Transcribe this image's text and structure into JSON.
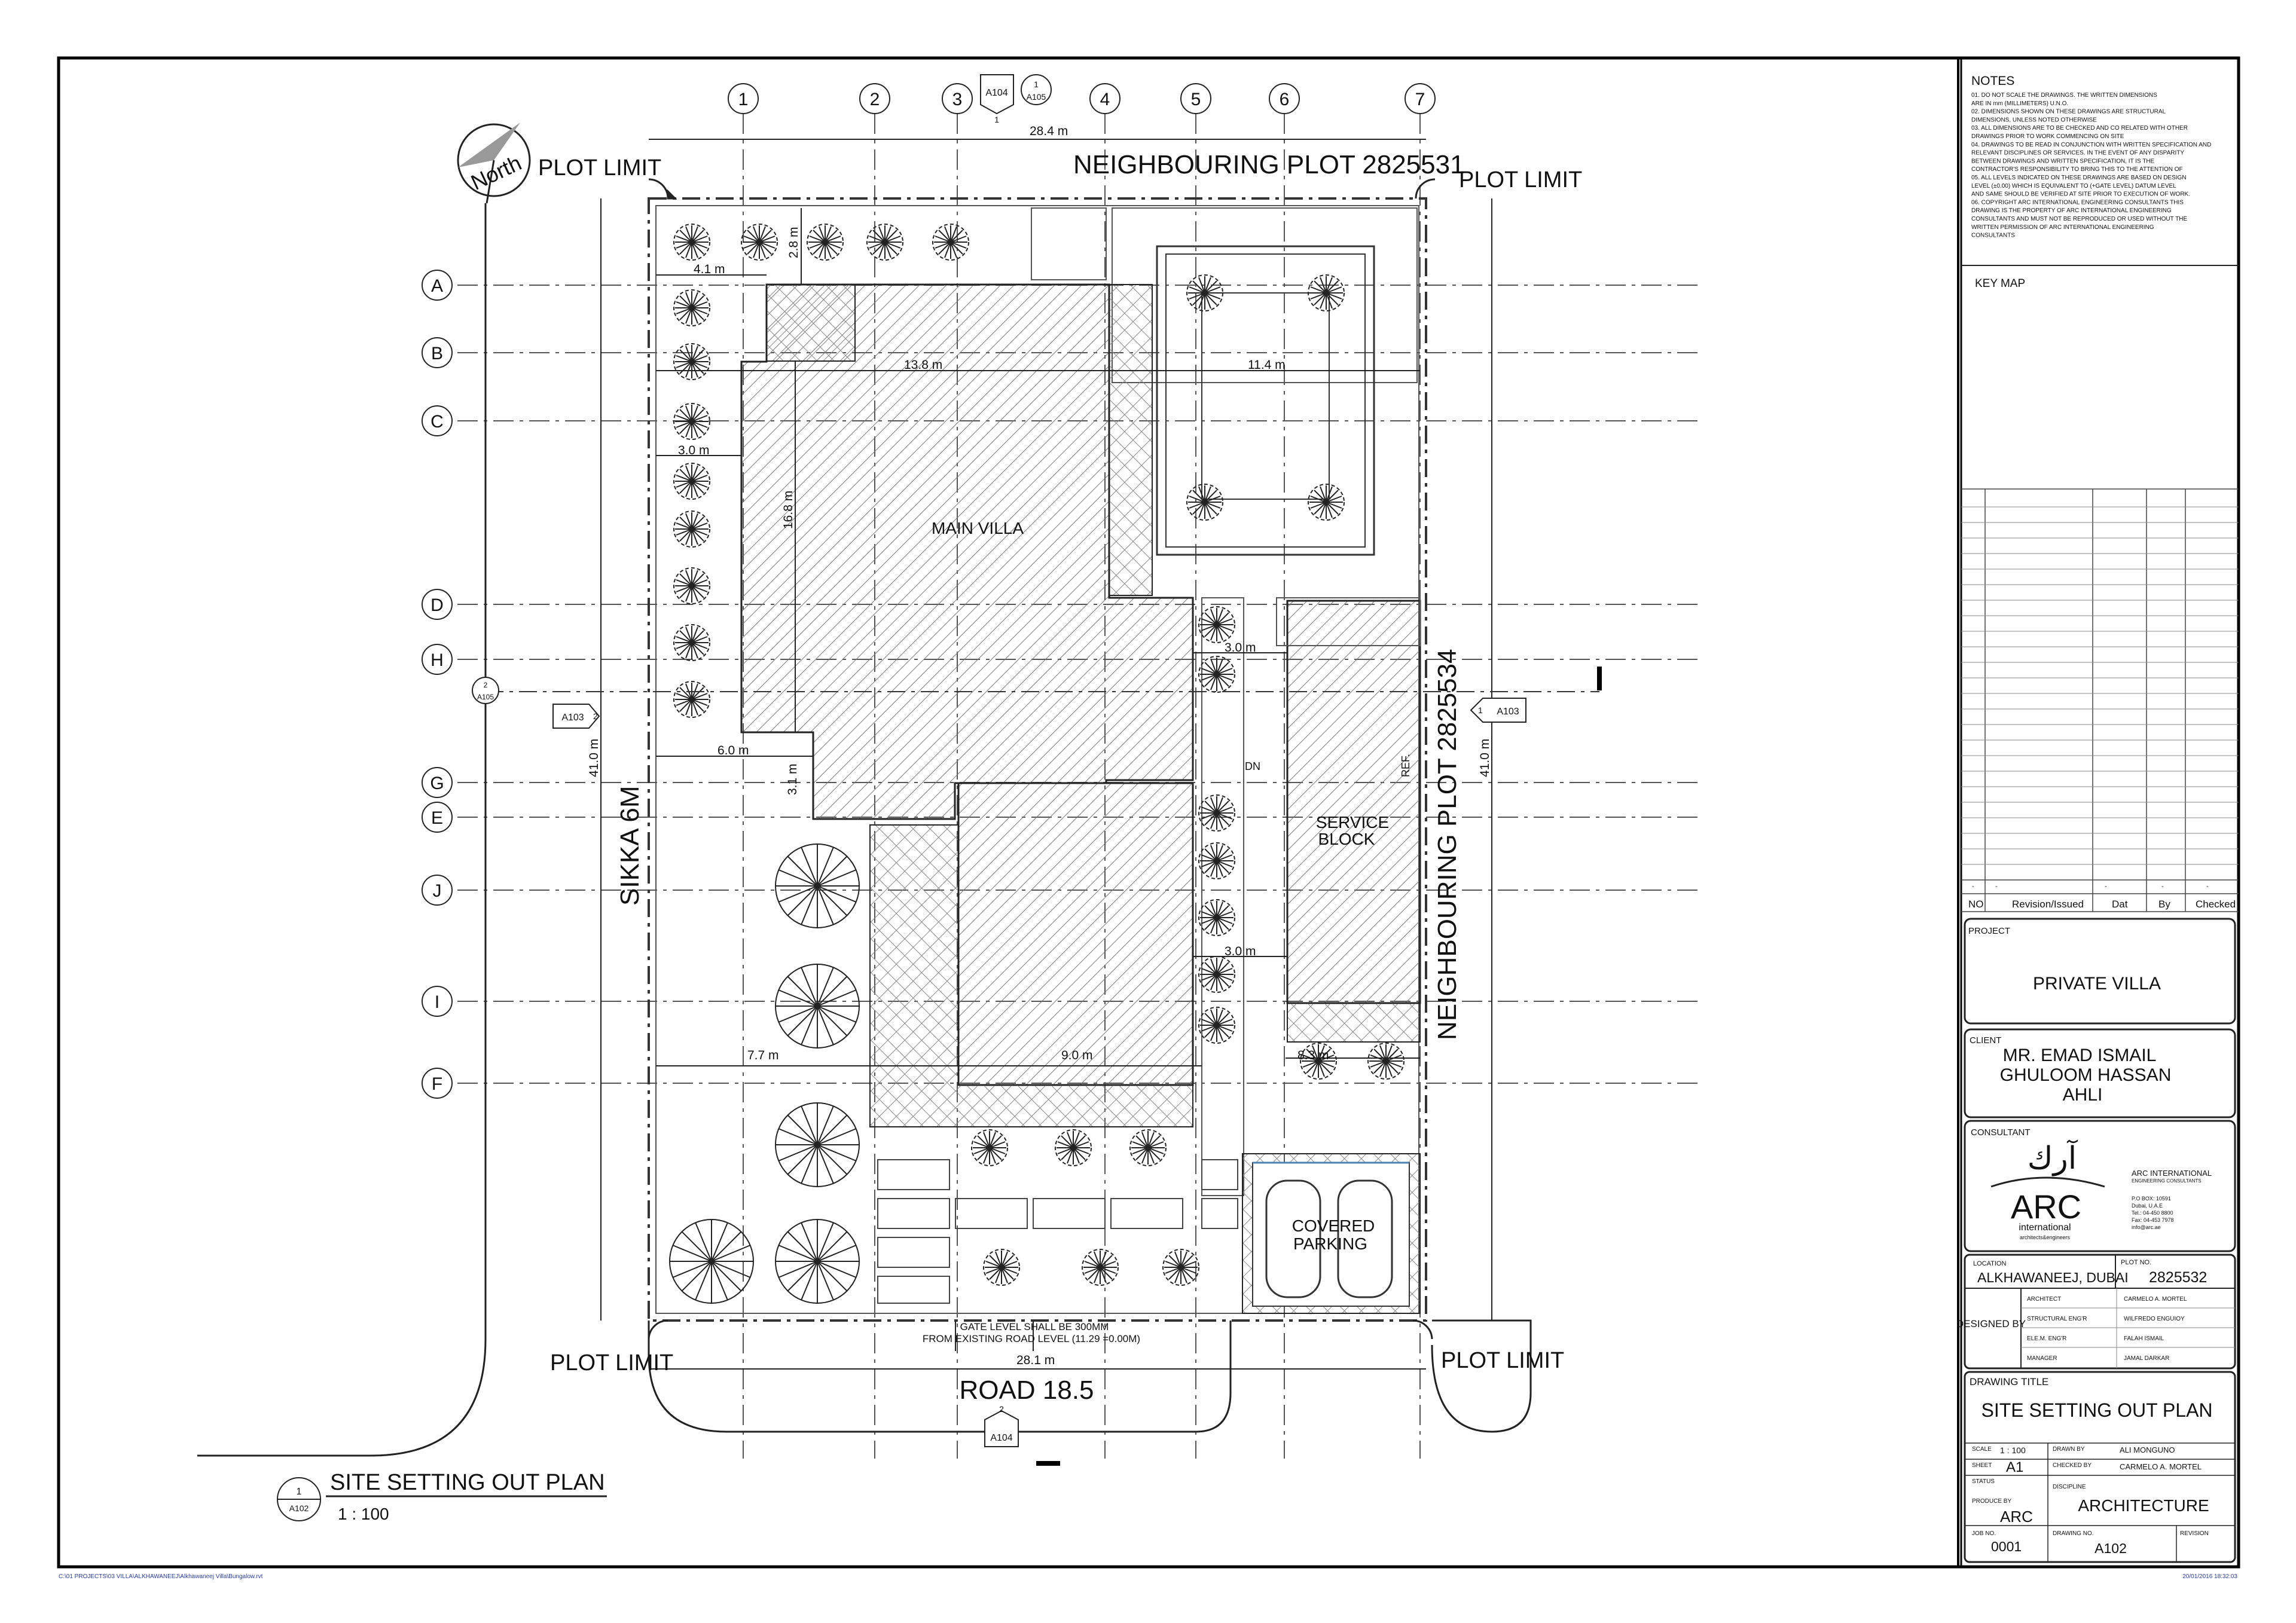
{
  "drawing": {
    "north_label": "North",
    "plot_limit": "PLOT LIMIT",
    "neighbour_top": "NEIGHBOURING PLOT  2825531",
    "neighbour_right": "NEIGHBOURING PLOT 2825534",
    "sikka": "SIKKA 6M",
    "road": "ROAD 18.5",
    "main_villa": "MAIN VILLA",
    "service_line1": "SERVICE",
    "service_line2": "BLOCK",
    "parking_line1": "COVERED",
    "parking_line2": "PARKING",
    "gate_note_line1": "GATE LEVEL SHALL BE 300MM",
    "gate_note_line2": "FROM EXISTING ROAD LEVEL (11.29 =0.00M)",
    "dn": "DN",
    "ref": "REF.",
    "grid_cols": [
      "1",
      "2",
      "3",
      "4",
      "5",
      "6",
      "7"
    ],
    "grid_rows": [
      "A",
      "B",
      "C",
      "D",
      "H",
      "G",
      "E",
      "J",
      "I",
      "F"
    ],
    "dimensions": {
      "top_width": "28.4 m",
      "bottom_width": "28.1 m",
      "left_depth": "41.0 m",
      "right_depth": "41.0 m",
      "d_4_1": "4.1 m",
      "d_2_8": "2.8 m",
      "d_13_8": "13.8 m",
      "d_11_4": "11.4 m",
      "d_3_0_left": "3.0 m",
      "d_16_8": "16.8 m",
      "d_3_0_mid": "3.0 m",
      "d_6_0": "6.0 m",
      "d_3_1": "3.1 m",
      "d_3_0_low": "3.0 m",
      "d_7_7": "7.7 m",
      "d_9_0": "9.0 m",
      "d_8_3": "8.3 m"
    },
    "section_refs": {
      "top_sheet": "A104",
      "top_mark_num": "1",
      "top_mark_sheet": "A105",
      "top_mark_below": "1",
      "left_sheet": "A103",
      "left_num": "2",
      "right_sheet": "A103",
      "right_num": "1",
      "left_mark_num": "2",
      "left_mark_sheet": "A105",
      "bottom_sheet": "A104",
      "bottom_num": "2"
    },
    "view_title": "SITE SETTING OUT PLAN",
    "view_scale": "1 : 100",
    "view_num": "1",
    "view_sheet": "A102"
  },
  "title_block": {
    "notes_heading": "NOTES",
    "notes": [
      "01. DO NOT SCALE THE DRAWINGS.  THE WRITTEN DIMENSIONS",
      "     ARE IN mm (MILLIMETERS) U.N.O.",
      "02. DIMENSIONS SHOWN ON THESE DRAWINGS ARE STRUCTURAL",
      "     DIMENSIONS, UNLESS NOTED OTHERWISE",
      "03. ALL DIMENSIONS ARE TO BE CHECKED AND CO RELATED WITH OTHER",
      "     DRAWINGS PRIOR TO WORK COMMENCING ON SITE",
      "04. DRAWINGS TO BE READ IN CONJUNCTION WITH WRITTEN SPECIFICATION AND",
      "     RELEVANT DISCIPLINES OR SERVICES.  IN THE EVENT OF ANY DISPARITY",
      "     BETWEEN DRAWINGS AND WRITTEN SPECIFICATION, IT IS THE",
      "     CONTRACTOR'S RESPONSIBILITY TO BRING THIS TO THE ATTENTION OF",
      "05. ALL LEVELS INDICATED ON THESE DRAWINGS ARE BASED ON DESIGN",
      "     LEVEL (±0.00) WHICH IS EQUIVALENT TO (+GATE LEVEL) DATUM LEVEL",
      "     AND SAME SHOULD BE VERIFIED AT SITE PRIOR TO EXECUTION OF WORK.",
      "06. COPYRIGHT    ARC INTERNATIONAL ENGINEERING CONSULTANTS THIS",
      "     DRAWING IS THE PROPERTY OF ARC INTERNATIONAL ENGINEERING",
      "     CONSULTANTS AND MUST NOT BE REPRODUCED OR USED WITHOUT THE",
      "     WRITTEN PERMISSION OF ARC INTERNATIONAL ENGINEERING",
      "     CONSULTANTS"
    ],
    "key_map": "KEY MAP",
    "rev_headers": [
      "NO",
      "Revision/Issued",
      "Dat",
      "By",
      "Checked"
    ],
    "rev_row_marks": [
      "-",
      "-",
      "-",
      "-",
      "-"
    ],
    "project_label": "PROJECT",
    "project_name": "PRIVATE VILLA",
    "client_label": "CLIENT",
    "client_line1": "MR. EMAD ISMAIL",
    "client_line2": "GHULOOM HASSAN",
    "client_line3": "AHLI",
    "consultant_label": "CONSULTANT",
    "logo_arabic": "آرك",
    "logo_text": "ARC",
    "logo_sub": "international",
    "logo_tag": "architects&engineers",
    "firm_name": "ARC INTERNATIONAL",
    "firm_sub": "ENGINEERING CONSULTANTS",
    "firm_address": [
      "P.O BOX: 10591",
      "Dubai, U.A.E",
      "Tel.: 04-450 8800",
      "Fax: 04-453 7978",
      "info@arc.ae"
    ],
    "location_label": "LOCATION",
    "location": "ALKHAWANEEJ, DUBAI",
    "plot_label": "PLOT  NO.",
    "plot_no": "2825532",
    "designed_by": "DESIGNED BY",
    "team": [
      {
        "role": "ARCHITECT",
        "name": "CARMELO  A.  MORTEL"
      },
      {
        "role": "STRUCTURAL  ENG'R",
        "name": "WILFREDO  ENGUIOY"
      },
      {
        "role": "ELE.M.  ENG'R",
        "name": "FALAH  ISMAIL"
      },
      {
        "role": "MANAGER",
        "name": "JAMAL  DARKAR"
      }
    ],
    "drawing_title_label": "DRAWING TITLE",
    "drawing_title": "SITE SETTING OUT PLAN",
    "scale_label": "SCALE",
    "scale": "1 : 100",
    "drawn_by_label": "DRAWN  BY",
    "drawn_by": "ALI MONGUNO",
    "sheet_label": "SHEET",
    "sheet": "A1",
    "checked_by_label": "CHECKED  BY",
    "checked_by": "CARMELO A. MORTEL",
    "status_label": "STATUS",
    "discipline_label": "DISCIPLINE",
    "produce_label": "PRODUCE  BY",
    "produce": "ARC",
    "discipline": "ARCHITECTURE",
    "job_label": "JOB  NO.",
    "job": "0001",
    "drawing_no_label": "DRAWING  NO.",
    "drawing_no": "A102",
    "revision_label": "REVISION"
  },
  "footer": {
    "path": "C:\\01 PROJECTS\\03 VILLA\\ALKHAWANEEJ\\Alkhawaneej Villa\\Bungalow.rvt",
    "timestamp": "20/01/2016 18:32:03"
  }
}
